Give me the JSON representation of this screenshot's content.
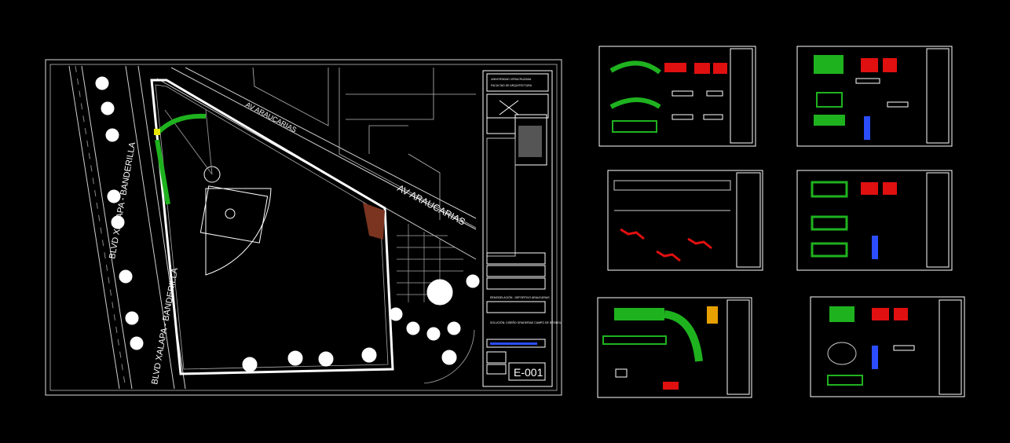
{
  "main_sheet": {
    "street_av_top": "AV ARAUCARIAS",
    "street_av_side": "AV ARAUCARIAS",
    "street_blvd_1": "BLVD XALAPA - BANDERILLA",
    "street_blvd_2": "BLVD XALAPA - BANDERILLA",
    "title_block": {
      "line1": "UNIVERSIDAD VERACRUZANA",
      "line2": "FACULTAD DE ARQUITECTURA",
      "project": "REMODELACIÓN - DEPORTIVO ARAUCARIAS",
      "subject": "SOLUCIÓN: DISEÑO GRADERIAS CAMPO DE BÉISBOL",
      "sheet_number": "E-001"
    }
  },
  "detail_sheets": [
    {
      "name": "sheet-2",
      "kind": "stands-curved"
    },
    {
      "name": "sheet-3",
      "kind": "dugout"
    },
    {
      "name": "sheet-4",
      "kind": "elevation-sections"
    },
    {
      "name": "sheet-5",
      "kind": "dugout"
    },
    {
      "name": "sheet-6",
      "kind": "stands-plan"
    },
    {
      "name": "sheet-7",
      "kind": "dugout-round"
    }
  ],
  "colors": {
    "background": "#000000",
    "line_white": "#ffffff",
    "line_grey": "#8a8a8a",
    "accent_green": "#1fb21f",
    "accent_red": "#e01010",
    "accent_blue": "#2a4dff",
    "accent_brown": "#8a3a20"
  }
}
